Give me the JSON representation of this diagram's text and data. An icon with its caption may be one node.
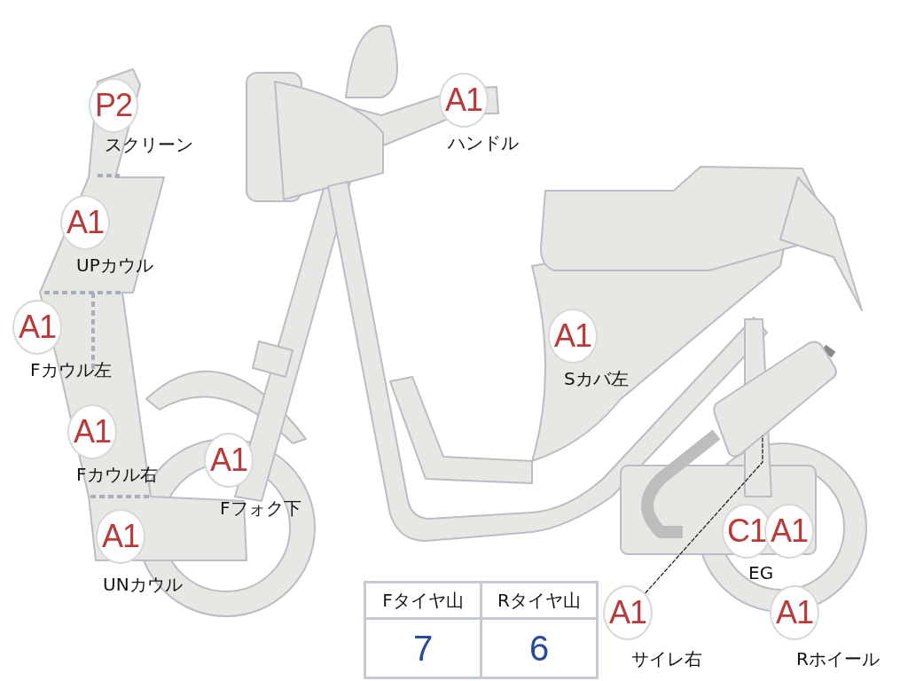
{
  "diagram": {
    "nodes": [
      {
        "text": [
          "P2"
        ],
        "beside": [
          "スクリーン"
        ]
      },
      {
        "text": [
          "A1"
        ],
        "beside": [
          "ハンドル"
        ]
      },
      {
        "text": [
          "A1"
        ],
        "beside": [
          "UPカウル"
        ]
      },
      {
        "text": [
          "A1"
        ],
        "beside": [
          "Fカウル左"
        ]
      },
      {
        "text": [
          "A1"
        ],
        "beside": [
          "Sカバ左"
        ]
      },
      {
        "text": [
          "A1"
        ],
        "beside": [
          "Fカウル右"
        ]
      },
      {
        "text": [
          "A1"
        ],
        "beside": [
          "Fフォク下"
        ]
      },
      {
        "text": [
          "A1"
        ],
        "beside": [
          "UNカウル"
        ]
      },
      {
        "text": [
          "C1"
        ]
      },
      {
        "text": [
          "A1"
        ]
      },
      {
        "text": [
          "A1"
        ],
        "beside": [
          "サイレ右"
        ]
      },
      {
        "text": [
          "A1"
        ],
        "beside": [
          "Rホイール"
        ]
      },
      {
        "text": [],
        "shape": "box"
      }
    ],
    "edges": [
      {
        "from": 10,
        "to": 12,
        "arrow": "none"
      }
    ],
    "labels": [
      "EG",
      "Fタイヤ山",
      "Rタイヤ山",
      "7",
      "6"
    ]
  }
}
